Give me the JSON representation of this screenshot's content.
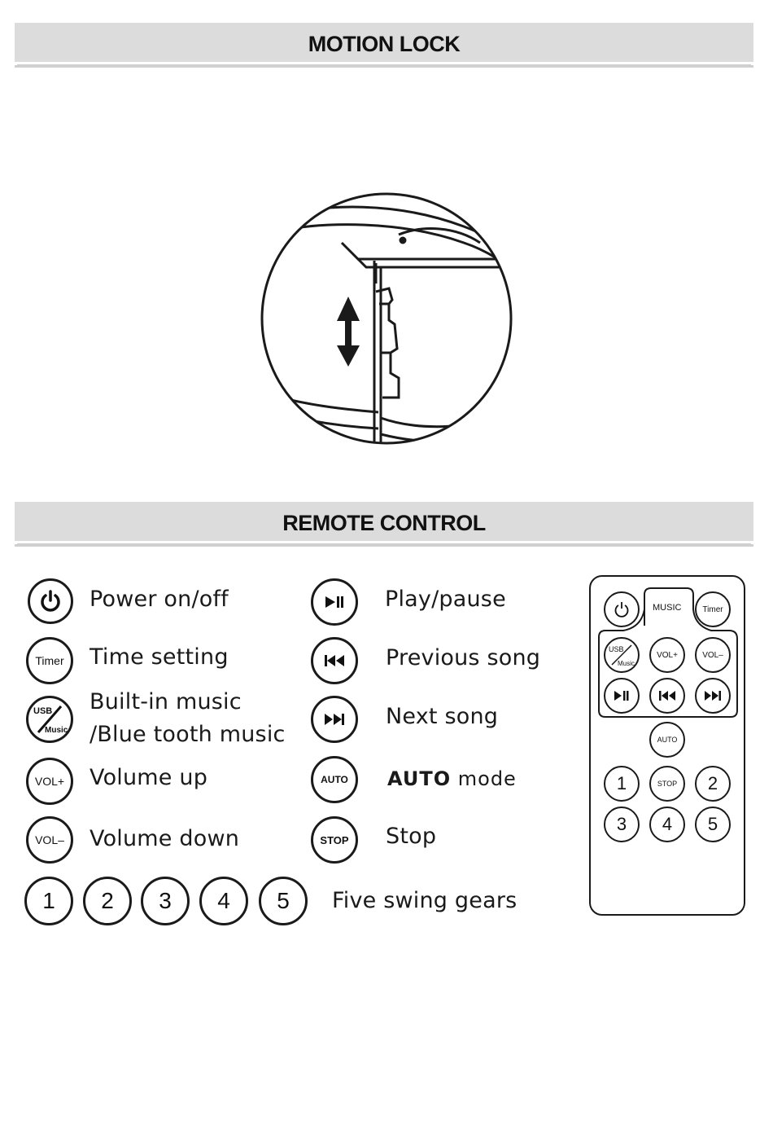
{
  "sections": {
    "motion_lock_title": "MOTION LOCK",
    "remote_control_title": "REMOTE CONTROL"
  },
  "legend_left": [
    {
      "icon": "power-icon",
      "label": "Power on/off"
    },
    {
      "icon": "timer-button",
      "button_text": "Timer",
      "label": "Time setting"
    },
    {
      "icon": "usb-music-icon",
      "button_text_top": "USB",
      "button_text_bottom": "Music",
      "label_line1": "Built-in music",
      "label_line2": "/Blue tooth music"
    },
    {
      "icon": "vol-up-button",
      "button_text": "VOL+",
      "label": "Volume up"
    },
    {
      "icon": "vol-down-button",
      "button_text": "VOL–",
      "label": "Volume down"
    }
  ],
  "legend_right": [
    {
      "icon": "play-pause-icon",
      "label": "Play/pause"
    },
    {
      "icon": "previous-icon",
      "label": "Previous song"
    },
    {
      "icon": "next-icon",
      "label": "Next song"
    },
    {
      "icon": "auto-button",
      "button_text": "AUTO",
      "label_bold": "AUTO",
      "label_rest": "mode"
    },
    {
      "icon": "stop-button",
      "button_text": "STOP",
      "label": "Stop"
    }
  ],
  "gears": {
    "numbers": [
      "1",
      "2",
      "3",
      "4",
      "5"
    ],
    "label": "Five swing gears"
  },
  "remote": {
    "music_tab": "MUSIC",
    "timer": "Timer",
    "usb": "USB",
    "music": "Music",
    "vol_up": "VOL+",
    "vol_down": "VOL–",
    "auto": "AUTO",
    "stop": "STOP",
    "numbers": [
      "1",
      "2",
      "3",
      "4",
      "5"
    ]
  }
}
